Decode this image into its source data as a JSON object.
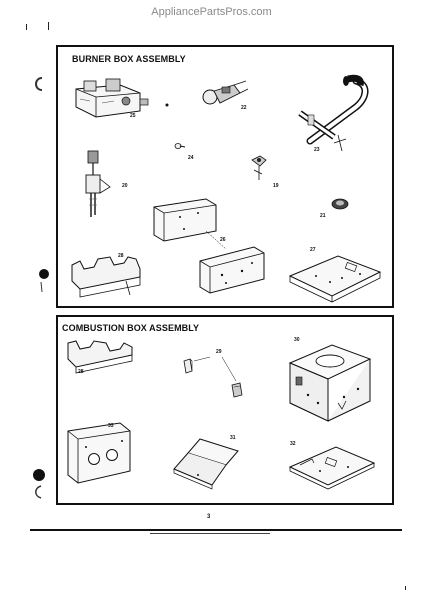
{
  "watermark": "AppliancePartsPros.com",
  "burner_panel": {
    "title": "BURNER BOX ASSEMBLY",
    "callouts": [
      "25",
      "22",
      "23",
      "24",
      "20",
      "19",
      "21",
      "26",
      "28",
      "27"
    ]
  },
  "combustion_panel": {
    "title": "COMBUSTION BOX ASSEMBLY",
    "callouts": [
      "29",
      "30",
      "28",
      "33",
      "31",
      "32"
    ]
  },
  "page_number": "3"
}
